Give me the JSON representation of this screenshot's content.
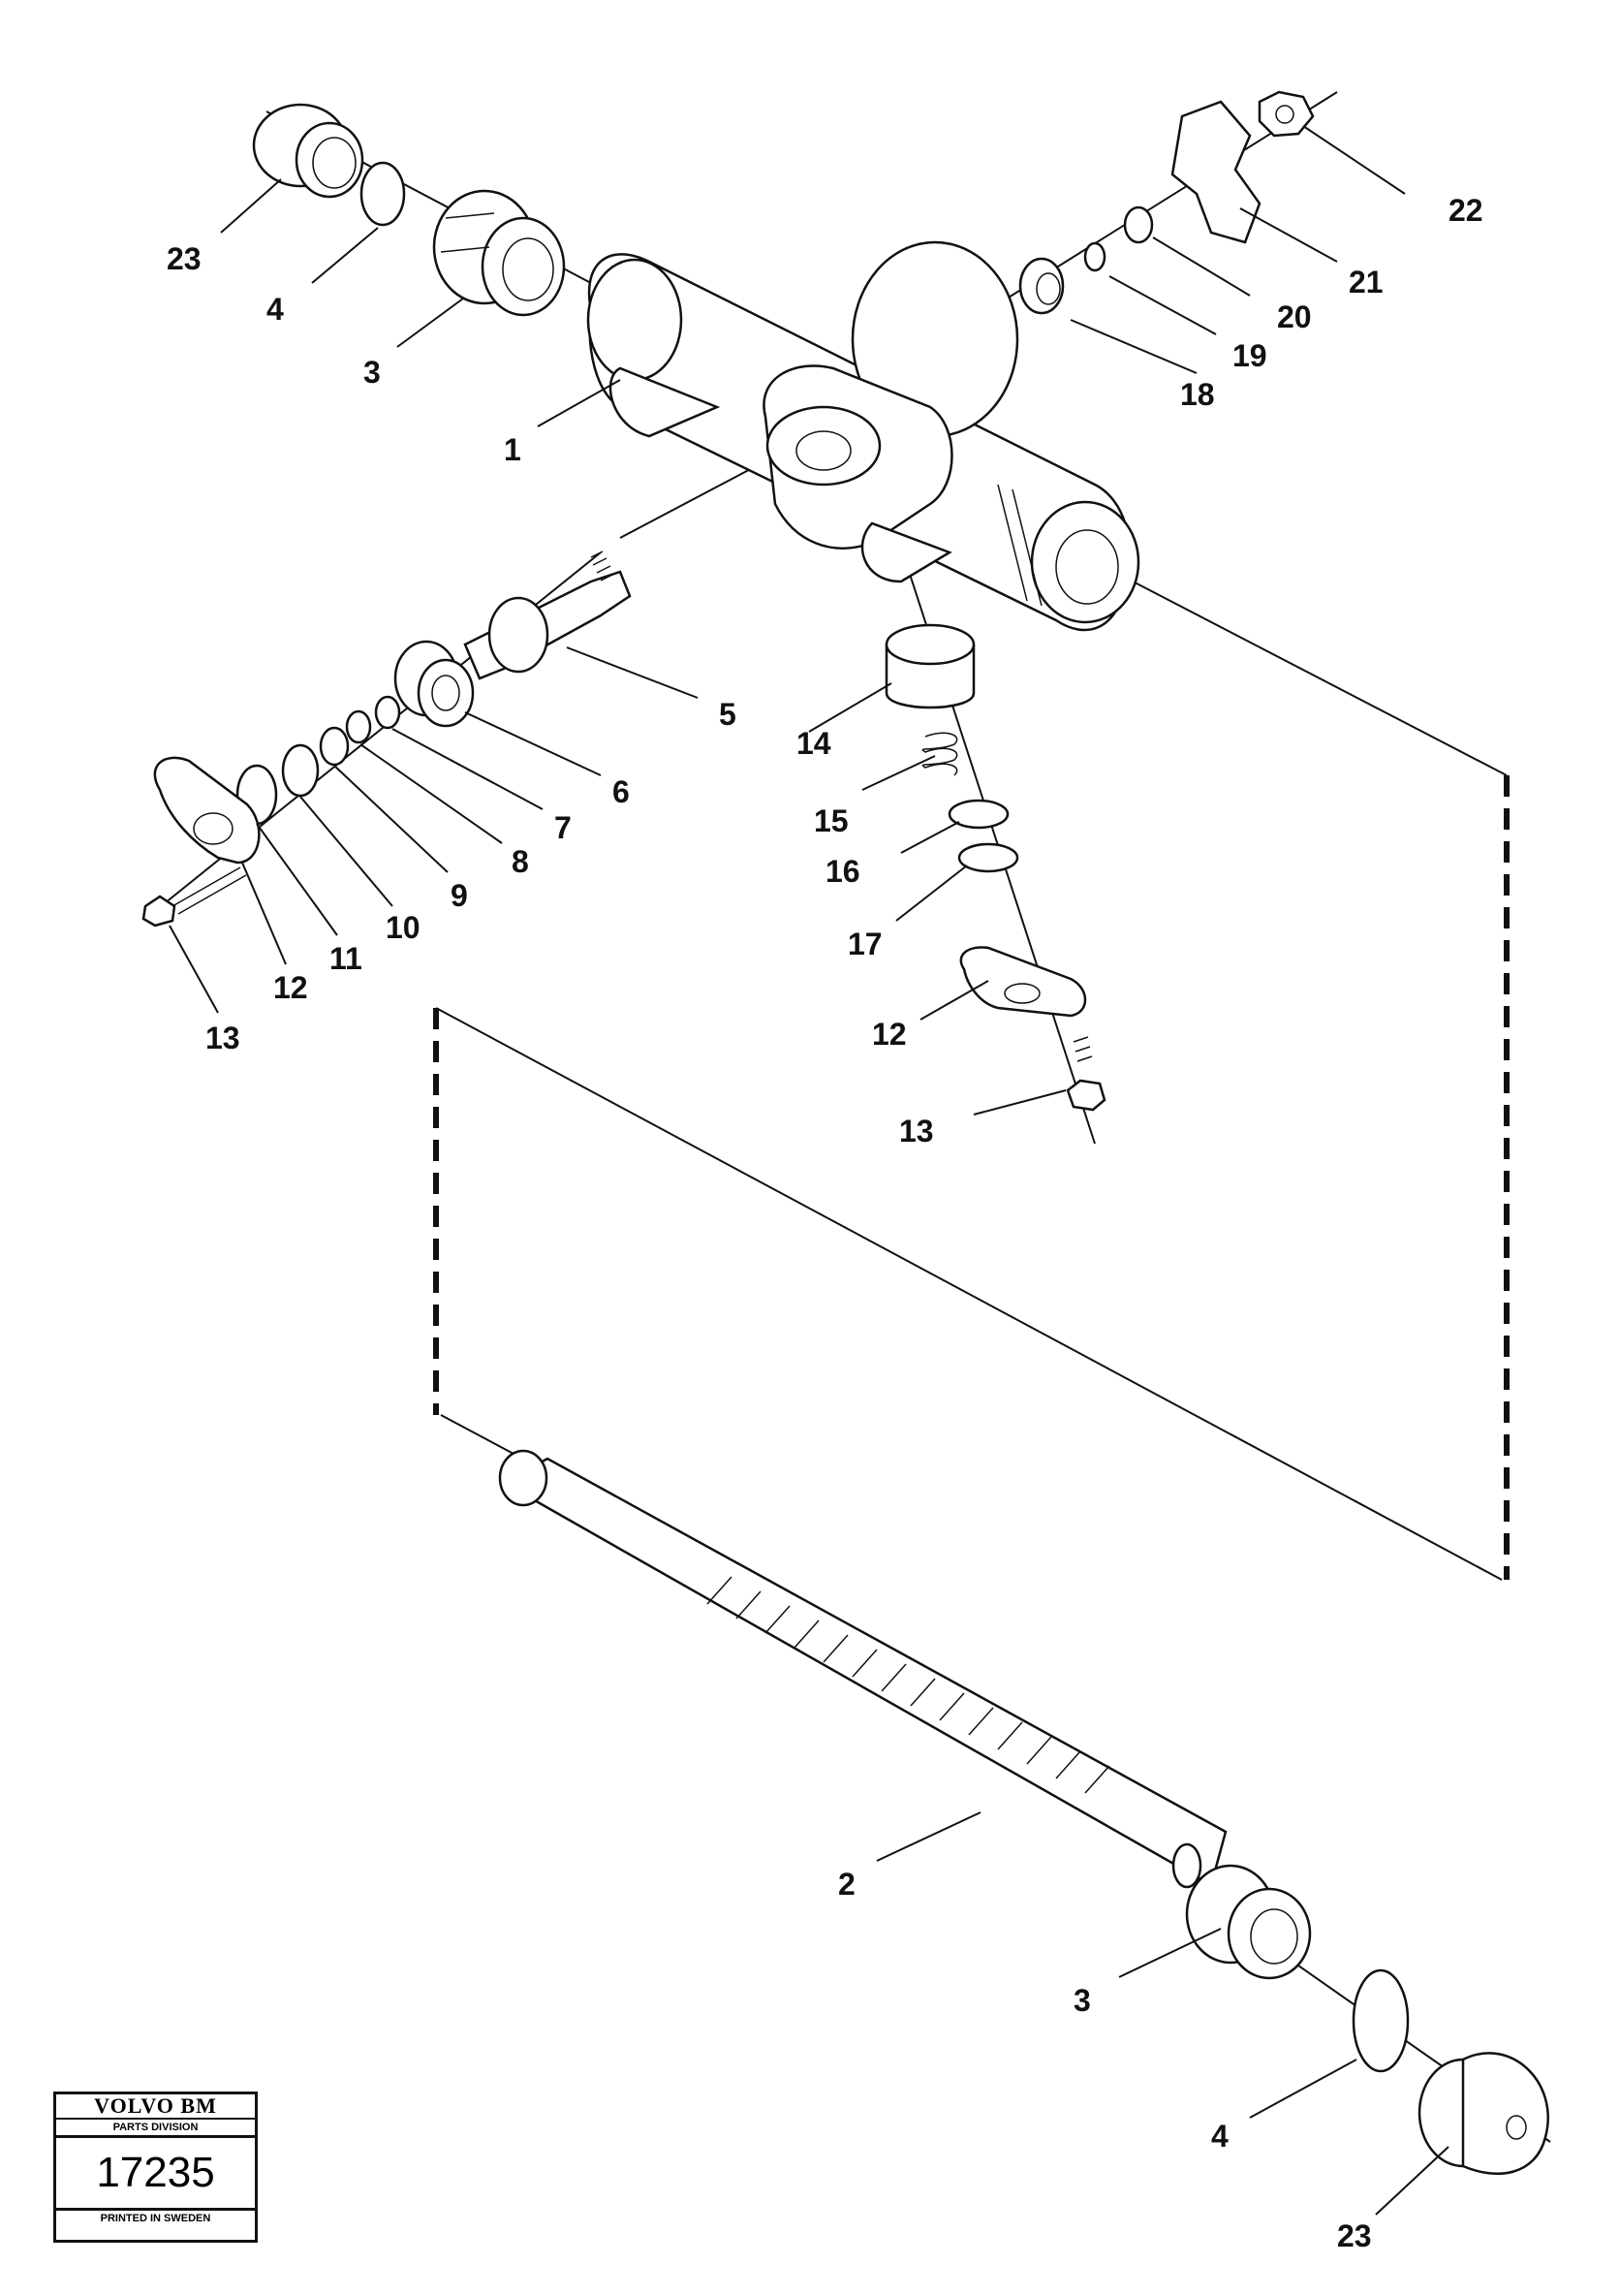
{
  "callouts": {
    "c1": "1",
    "c2": "2",
    "c3a": "3",
    "c3b": "3",
    "c4a": "4",
    "c4b": "4",
    "c5": "5",
    "c6": "6",
    "c7": "7",
    "c8": "8",
    "c9": "9",
    "c10": "10",
    "c11": "11",
    "c12a": "12",
    "c12b": "12",
    "c13a": "13",
    "c13b": "13",
    "c14": "14",
    "c15": "15",
    "c16": "16",
    "c17": "17",
    "c18": "18",
    "c19": "19",
    "c20": "20",
    "c21": "21",
    "c22": "22",
    "c23a": "23",
    "c23b": "23"
  },
  "stamp": {
    "brand": "VOLVO BM",
    "division": "PARTS DIVISION",
    "number": "17235",
    "footer": "PRINTED IN SWEDEN"
  }
}
